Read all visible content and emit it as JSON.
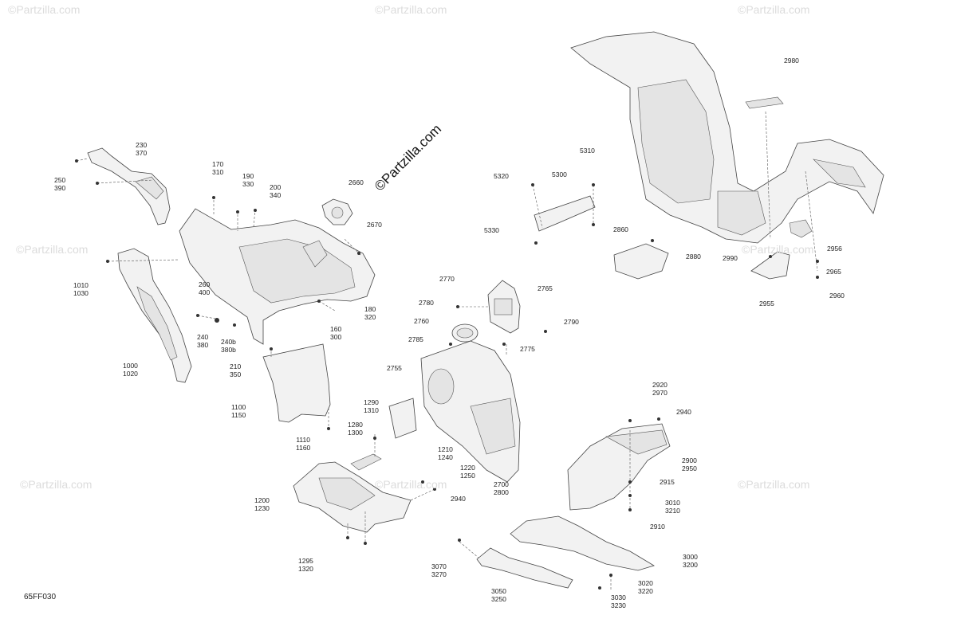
{
  "diagram": {
    "code": "65FF030",
    "brand": "©Partzilla.com",
    "watermark": "©Partzilla.com",
    "labels": [
      {
        "id": "230_370",
        "text": "230\n370"
      },
      {
        "id": "250_390",
        "text": "250\n390"
      },
      {
        "id": "170_310",
        "text": "170\n310"
      },
      {
        "id": "190_330",
        "text": "190\n330"
      },
      {
        "id": "200_340",
        "text": "200\n340"
      },
      {
        "id": "2660",
        "text": "2660"
      },
      {
        "id": "2670",
        "text": "2670"
      },
      {
        "id": "1010_1030",
        "text": "1010\n1030"
      },
      {
        "id": "260_400",
        "text": "260\n400"
      },
      {
        "id": "180_320",
        "text": "180\n320"
      },
      {
        "id": "160_300",
        "text": "160\n300"
      },
      {
        "id": "240_380",
        "text": "240\n380"
      },
      {
        "id": "240b_380b",
        "text": "240b\n380b"
      },
      {
        "id": "210_350",
        "text": "210\n350"
      },
      {
        "id": "1000_1020",
        "text": "1000\n1020"
      },
      {
        "id": "1100_1150",
        "text": "1100\n1150"
      },
      {
        "id": "1110_1160",
        "text": "1110\n1160"
      },
      {
        "id": "1290_1310",
        "text": "1290\n1310"
      },
      {
        "id": "1280_1300",
        "text": "1280\n1300"
      },
      {
        "id": "1200_1230",
        "text": "1200\n1230"
      },
      {
        "id": "1295_1320",
        "text": "1295\n1320"
      },
      {
        "id": "1210_1240",
        "text": "1210\n1240"
      },
      {
        "id": "1220_1250",
        "text": "1220\n1250"
      },
      {
        "id": "2940a",
        "text": "2940"
      },
      {
        "id": "2770",
        "text": "2770"
      },
      {
        "id": "2765",
        "text": "2765"
      },
      {
        "id": "2780",
        "text": "2780"
      },
      {
        "id": "2760",
        "text": "2760"
      },
      {
        "id": "2785",
        "text": "2785"
      },
      {
        "id": "2775",
        "text": "2775"
      },
      {
        "id": "2790",
        "text": "2790"
      },
      {
        "id": "2755",
        "text": "2755"
      },
      {
        "id": "2700_2800",
        "text": "2700\n2800"
      },
      {
        "id": "5320",
        "text": "5320"
      },
      {
        "id": "5310",
        "text": "5310"
      },
      {
        "id": "5300",
        "text": "5300"
      },
      {
        "id": "5330",
        "text": "5330"
      },
      {
        "id": "2860",
        "text": "2860"
      },
      {
        "id": "2880",
        "text": "2880"
      },
      {
        "id": "2980",
        "text": "2980"
      },
      {
        "id": "2956",
        "text": "2956"
      },
      {
        "id": "2990",
        "text": "2990"
      },
      {
        "id": "2965",
        "text": "2965"
      },
      {
        "id": "2955",
        "text": "2955"
      },
      {
        "id": "2960",
        "text": "2960"
      },
      {
        "id": "2920_2970",
        "text": "2920\n2970"
      },
      {
        "id": "2940b",
        "text": "2940"
      },
      {
        "id": "2900_2950",
        "text": "2900\n2950"
      },
      {
        "id": "2915",
        "text": "2915"
      },
      {
        "id": "3010_3210",
        "text": "3010\n3210"
      },
      {
        "id": "2910",
        "text": "2910"
      },
      {
        "id": "3070_3270",
        "text": "3070\n3270"
      },
      {
        "id": "3000_3200",
        "text": "3000\n3200"
      },
      {
        "id": "3020_3220",
        "text": "3020\n3220"
      },
      {
        "id": "3050_3250",
        "text": "3050\n3250"
      },
      {
        "id": "3030_3230",
        "text": "3030\n3230"
      }
    ]
  }
}
